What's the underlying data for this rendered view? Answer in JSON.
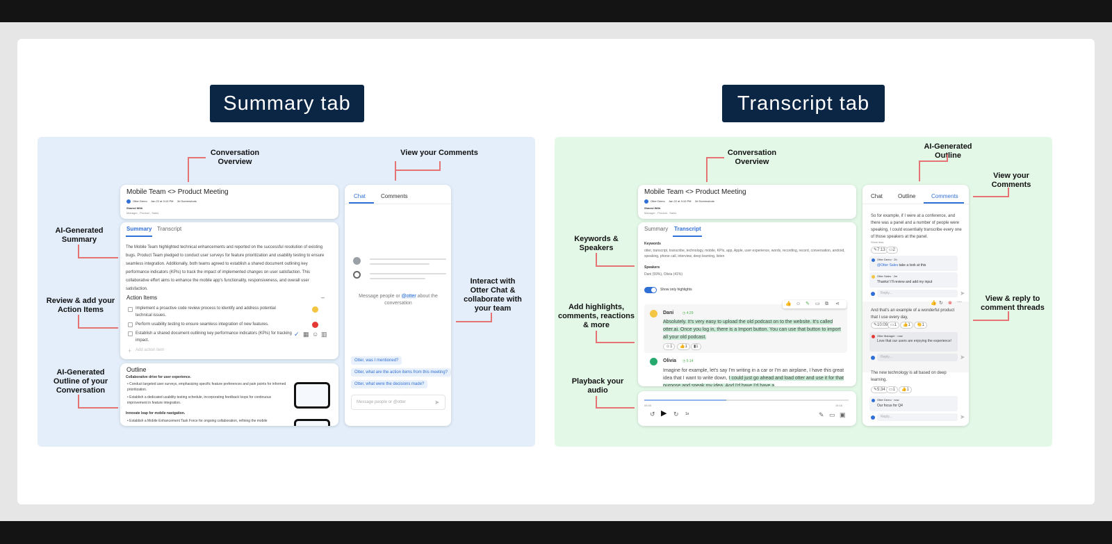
{
  "summary_title": "Summary tab",
  "transcript_title": "Transcript tab",
  "labels_left": {
    "conv": "Conversation\nOverview",
    "comments": "View your Comments",
    "summary": "AI-Generated\nSummary",
    "actions": "Review & add your\nAction Items",
    "outline": "AI-Generated\nOutline of your\nConversation",
    "chat": "Interact with\nOtter Chat &\ncollaborate with\nyour team"
  },
  "labels_right": {
    "conv": "Conversation\nOverview",
    "outline": "AI-Generated\nOutline",
    "comments": "View your\nComments",
    "keywords": "Keywords &\nSpeakers",
    "highlights": "Add highlights,\ncomments, reactions\n& more",
    "playback": "Playback your\naudio",
    "threads": "View & reply to\ncomment threads"
  },
  "meeting": {
    "title": "Mobile Team <> Product Meeting",
    "owner": "Otter Demo",
    "date": "Jan 22 at 3:10 PM",
    "screens": "3d Screenshots",
    "shared_label": "Shared With",
    "shared": "Manager , Product , Sales"
  },
  "tabs": {
    "summary": "Summary",
    "transcript": "Transcript",
    "chat": "Chat",
    "comments": "Comments",
    "outline": "Outline"
  },
  "summary_text": "The Mobile Team highlighted technical enhancements and reported on the successful resolution of existing bugs. Product Team pledged to conduct user surveys for feature prioritization and usability testing to ensure seamless integration. Additionally, both teams agreed to establish a shared document outlining key performance indicators (KPIs) to track the impact of implemented changes on user satisfaction. This collaborative effort aims to enhance the mobile app's functionality, responsiveness, and overall user satisfaction.",
  "action_items_title": "Action Items",
  "action_items": [
    "Implement a proactive code review process to identify and address potential technical issues.",
    "Perform usability testing to ensure seamless integration of new features.",
    "Establish a shared document outlining key performance indicators (KPIs) for tracking impact."
  ],
  "add_action": "Add action item",
  "outline": {
    "title": "Outline",
    "h1": "Collaborative drive for user experience.",
    "b1": "Conduct targeted user surveys, emphasizing specific feature preferences and pain points for informed prioritization.",
    "b2": "Establish a dedicated usability testing schedule, incorporating feedback loops for continuous improvement in feature integration.",
    "h2": "Innovate leap for mobile navigation.",
    "b3": "Establish a Mobile Enhancement Task Force for ongoing collaboration, refining the mobile"
  },
  "chat": {
    "prompt_pre": "Message people or ",
    "mention": "@otter",
    "prompt_post": " about the conversation",
    "s1": "Otter, was I mentioned?",
    "s2": "Otter, what are the action items from this meeting?",
    "s3": "Otter, what were the decisions made?",
    "input": "Message people or @otter"
  },
  "keywords_label": "Keywords",
  "keywords": "otter, transcript, transcribe, technology, mobile, KPIs, app, Apple, user experience, words, recording, record, conversation, android, speaking, phone call, interview, deep learning, listen",
  "speakers_label": "Speakers",
  "speakers": "Dani (59%), Olivia (41%)",
  "show_highlights": "Show only highlights",
  "dani": {
    "name": "Dani",
    "time": "4:29",
    "text": "Absolutely. It's very easy to upload the old podcast on to the website. It's called otter.ai. Once you log in, there is a Import button. You can use that button to import all your old podcast."
  },
  "olivia": {
    "name": "Olivia",
    "time": "5:14",
    "text1": "Imagine for example, let's say I'm writing in a car or I'm an airplane, I have this great idea that I want to write down, ",
    "text2": "I could just go ahead and load otter and use it for that purpose and speak my idea. And I'd have I'd have a"
  },
  "playback": {
    "elapsed": "05:45",
    "total": "15:16",
    "speed": "1x"
  },
  "c1": {
    "text": "So for example, if I were at a conference, and there was a panel and a number of people were speaking, I could essentially transcribe every one of those speakers at the panel.",
    "show_less": "Show less",
    "t": "7:13",
    "n": "2",
    "u1": "Otter Demo",
    "ago1": "2h",
    "m1a": "@Otter Sales",
    "m1b": " take a look at this",
    "u2": "Otter Sales",
    "ago2": "2m",
    "m2": "Thanks! I'll review and add my input",
    "reply": "Reply..."
  },
  "c2": {
    "text": "And that's an example of a wonderful product that I use every day,",
    "t": "10:09",
    "u": "Otter Manager",
    "ago": "now",
    "m": "Love that our users are enjoying the experience!",
    "reply": "Reply..."
  },
  "c3": {
    "text": "The new technology is all based on deep learning.",
    "t": "5:34",
    "u": "Otter Demo",
    "ago": "now",
    "m": "Our focus for Q4",
    "reply": "Reply..."
  },
  "colors": {
    "title_bg": "#0b2545",
    "left_bg": "#e3eefa",
    "right_bg": "#e4f8e8",
    "accent": "#2f6fd6",
    "line": "#e57373"
  }
}
